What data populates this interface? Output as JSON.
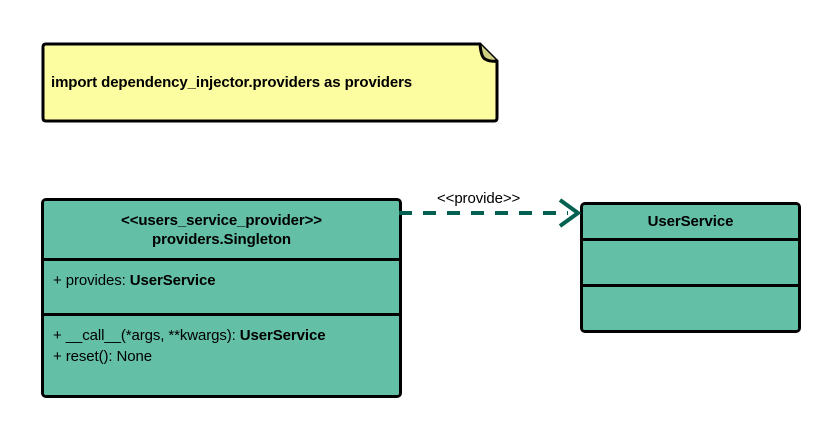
{
  "diagram": {
    "type": "uml-class-diagram",
    "background": "#ffffff",
    "colors": {
      "class_fill": "#63bfa6",
      "note_fill": "#fcfca0",
      "border": "#000000",
      "edge": "#04604f",
      "text": "#000000"
    }
  },
  "note": {
    "text": "import dependency_injector.providers as providers"
  },
  "provider_class": {
    "stereotype": "<<users_service_provider>>",
    "name": "providers.Singleton",
    "attributes": [
      {
        "visibility": "+",
        "label": "provides: ",
        "type": "UserService"
      }
    ],
    "operations": [
      {
        "visibility": "+",
        "label": "__call__(*args, **kwargs): ",
        "type": "UserService"
      },
      {
        "visibility": "+",
        "label": "reset(): None",
        "type": ""
      }
    ]
  },
  "service_class": {
    "name": "UserService",
    "attributes": [],
    "operations": []
  },
  "dependency": {
    "label": "<<provide>>",
    "style": "dashed",
    "arrowhead": "open",
    "source": "providers.Singleton",
    "target": "UserService"
  }
}
